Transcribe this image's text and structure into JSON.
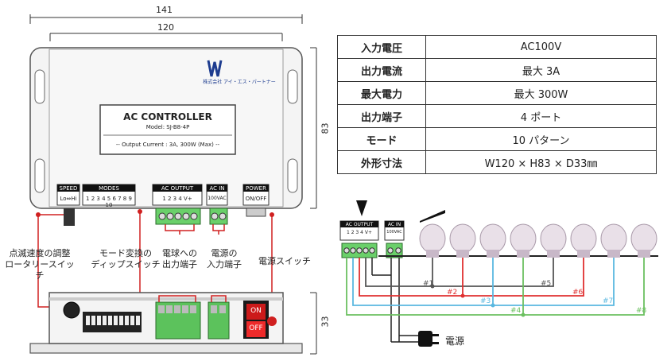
{
  "dimensions": {
    "overall_width": "141",
    "body_width": "120",
    "height": "83",
    "depth": "33"
  },
  "device": {
    "title": "AC CONTROLLER",
    "model": "Model: SJ-B8-4P",
    "output": "-- Output Current : 3A, 300W (Max) --",
    "maker": "株式会社 アイ・エス・パートナー",
    "panel": {
      "speed_label": "SPEED",
      "speed_value": "Lo⇔Hi",
      "modes_label": "MODES",
      "modes_value": "1 2 3 4 5 6 7 8 9 10",
      "ac_output_label": "AC OUTPUT",
      "ac_output_pins": "1 2 3 4 V+",
      "ac_in_label": "AC IN",
      "ac_in_value": "100VAC",
      "power_label": "POWER",
      "power_value": "ON/OFF"
    },
    "switch_on": "ON",
    "switch_off": "OFF"
  },
  "callouts": {
    "speed_knob": "点滅速度の調整\nロータリースイッチ",
    "mode_dip": "モード変換の\nディップスイッチ",
    "bulb_terminal": "電球への\n出力端子",
    "power_terminal": "電源の\n入力端子",
    "power_switch": "電源スイッチ"
  },
  "specs": [
    {
      "key": "入力電圧",
      "value": "AC100V"
    },
    {
      "key": "出力電流",
      "value": "最大 3A"
    },
    {
      "key": "最大電力",
      "value": "最大 300W"
    },
    {
      "key": "出力端子",
      "value": "4 ポート"
    },
    {
      "key": "モード",
      "value": "10 パターン"
    },
    {
      "key": "外形寸法",
      "value": "W120 × H83 × D33㎜"
    }
  ],
  "wiring": {
    "ac_output_label": "AC OUTPUT",
    "ac_output_pins": "1 2 3 4 V+",
    "ac_in_label": "AC IN",
    "ac_in_value": "100VAC",
    "power_label": "電源",
    "lines": [
      {
        "label": "#1",
        "color": "#555555"
      },
      {
        "label": "#2",
        "color": "#e03030"
      },
      {
        "label": "#3",
        "color": "#5ab8e0"
      },
      {
        "label": "#4",
        "color": "#6cc060"
      },
      {
        "label": "#5",
        "color": "#555555"
      },
      {
        "label": "#6",
        "color": "#e03030"
      },
      {
        "label": "#7",
        "color": "#5ab8e0"
      },
      {
        "label": "#8",
        "color": "#6cc060"
      }
    ]
  }
}
